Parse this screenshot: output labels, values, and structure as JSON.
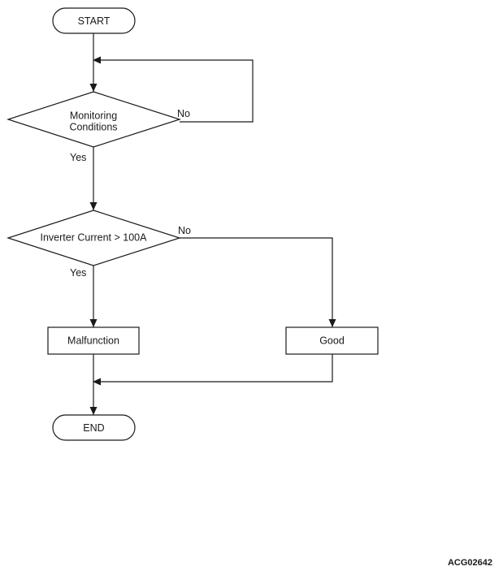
{
  "diagram": {
    "figure_id": "ACG02642",
    "type": "flowchart",
    "nodes": [
      {
        "id": "start",
        "shape": "terminator",
        "label": "START"
      },
      {
        "id": "monitoring",
        "shape": "decision",
        "label_line1": "Monitoring",
        "label_line2": "Conditions"
      },
      {
        "id": "inverter",
        "shape": "decision",
        "label_line1": "Inverter Current > 100A",
        "label_line2": ""
      },
      {
        "id": "malfunction",
        "shape": "process",
        "label": "Malfunction"
      },
      {
        "id": "good",
        "shape": "process",
        "label": "Good"
      },
      {
        "id": "end",
        "shape": "terminator",
        "label": "END"
      }
    ],
    "branch_labels": {
      "monitoring_yes": "Yes",
      "monitoring_no": "No",
      "inverter_yes": "Yes",
      "inverter_no": "No"
    },
    "colors": {
      "stroke": "#1a1a1a",
      "fill": "#ffffff",
      "background": "#ffffff"
    }
  }
}
